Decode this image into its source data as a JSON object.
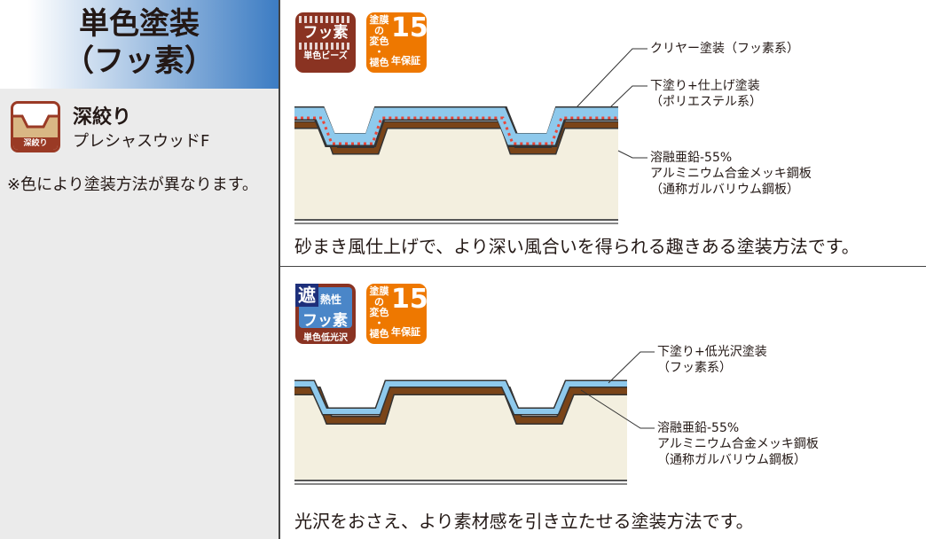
{
  "header": {
    "title_line1": "単色塗装",
    "title_line2": "（フッ素）"
  },
  "product": {
    "icon_label": "深絞り",
    "name": "深絞り",
    "series": "プレシャスウッドF",
    "note": "※色により塗装方法が異なります。"
  },
  "top": {
    "badge_fluor": {
      "main": "フッ素",
      "sub": "単色ビーズ"
    },
    "badge_warranty": {
      "c1": "塗膜",
      "c2": "の",
      "c3": "変色",
      "c4": "・",
      "c5": "褪色",
      "years": "15",
      "suffix": "年保証"
    },
    "labels": [
      "クリヤー塗装（フッ素系）",
      "下塗り+仕上げ塗装",
      "（ポリエステル系）",
      "溶融亜鉛-55%",
      "アルミニウム合金メッキ鋼板",
      "（通称ガルバリウム鋼板）"
    ],
    "caption": "砂まき風仕上げで、より深い風合いを得られる趣きある塗装方法です。"
  },
  "bottom": {
    "badge_fluor": {
      "tag": "遮",
      "top": "熱性",
      "main": "フッ素",
      "sub": "単色低光沢"
    },
    "badge_warranty": {
      "c1": "塗膜",
      "c2": "の",
      "c3": "変色",
      "c4": "・",
      "c5": "褪色",
      "years": "15",
      "suffix": "年保証"
    },
    "labels": [
      "下塗り+低光沢塗装",
      "（フッ素系）",
      "溶融亜鉛-55%",
      "アルミニウム合金メッキ鋼板",
      "（通称ガルバリウム鋼板）"
    ],
    "caption": "光沢をおさえ、より素材感を引き立たせる塗装方法です。"
  },
  "colors": {
    "blue": "#8ec9ec",
    "brown": "#7a4418",
    "cream": "#f3efdf",
    "dot": "#e8473a",
    "badge_brown": "#8a3322",
    "badge_orange": "#ee7800"
  }
}
